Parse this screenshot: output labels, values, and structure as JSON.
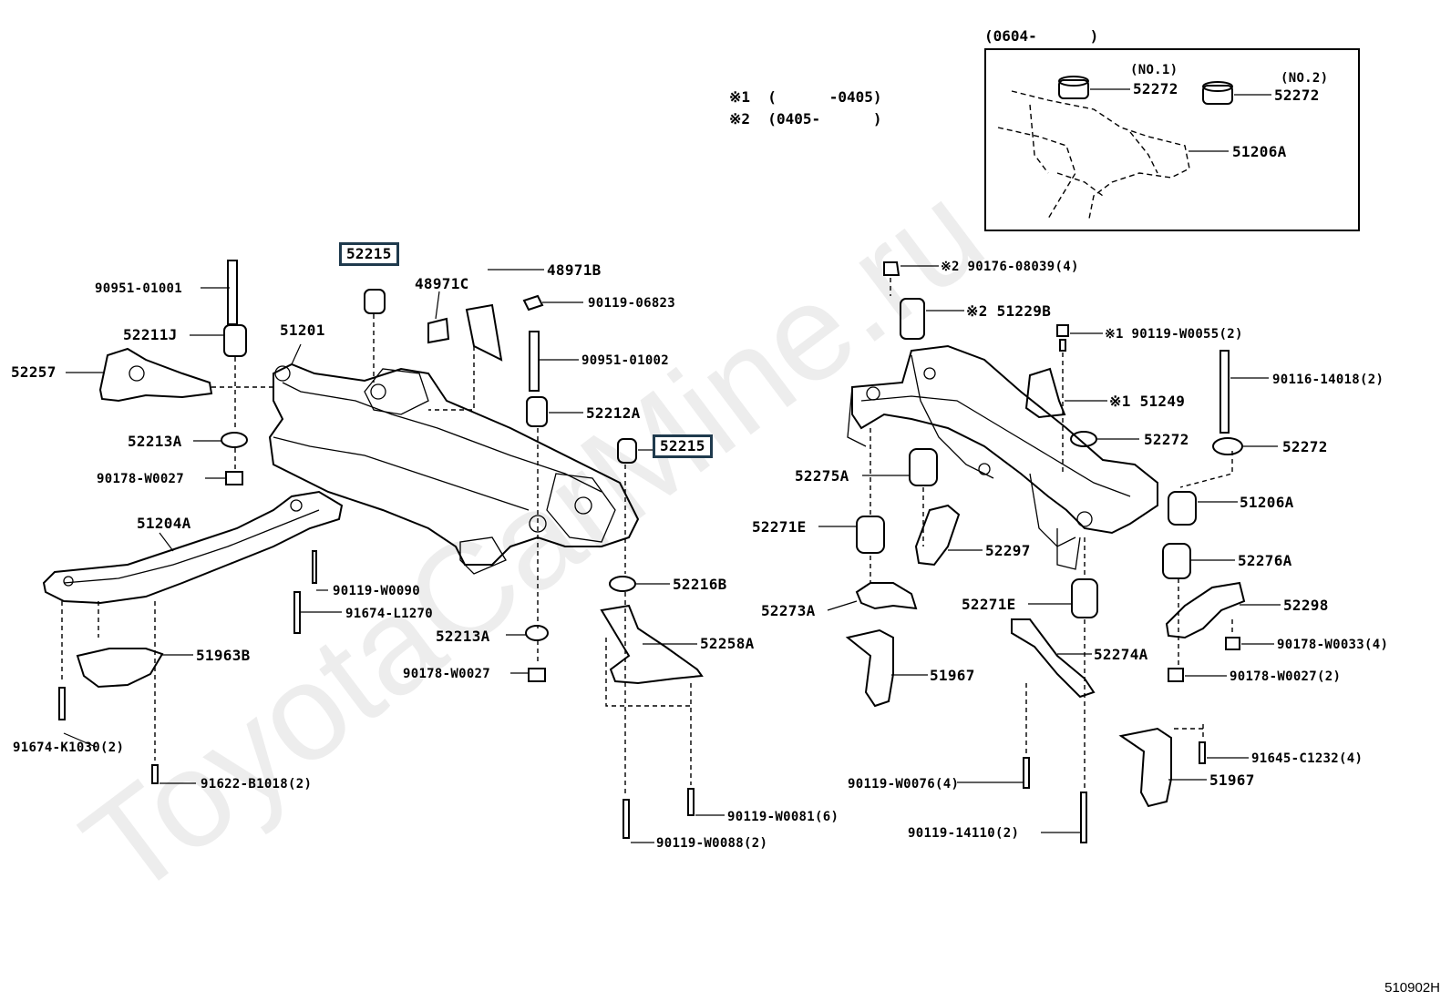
{
  "watermark": "ToyotaCarMine.ru",
  "figure_code": "510902H",
  "notes": {
    "inset_period": "(0604-      )",
    "note1": "※1  (      -0405)",
    "note2": "※2  (0405-      )"
  },
  "inset": {
    "no1": "(NO.1)",
    "no2": "(NO.2)",
    "part_no1": "52272",
    "part_no2": "52272",
    "part_mount": "51206A"
  },
  "front": {
    "p90951_01001": "90951-01001",
    "p52215_top": "52215",
    "p48971C": "48971C",
    "p48971B": "48971B",
    "p90119_06823": "90119-06823",
    "p52211J": "52211J",
    "p51201": "51201",
    "p90951_01002": "90951-01002",
    "p52257": "52257",
    "p52212A": "52212A",
    "p52213A_left": "52213A",
    "p52215_right": "52215",
    "p90178_W0027_left": "90178-W0027",
    "p51204A": "51204A",
    "p52216B": "52216B",
    "p90119_W0090": "90119-W0090",
    "p91674_L1270": "91674-L1270",
    "p52213A_mid": "52213A",
    "p52258A": "52258A",
    "p51963B": "51963B",
    "p90178_W0027_mid": "90178-W0027",
    "p91674_K1030": "91674-K1030(2)",
    "p91622_B1018": "91622-B1018(2)",
    "p90119_W0081": "90119-W0081(6)",
    "p90119_W0088": "90119-W0088(2)"
  },
  "rear": {
    "p90176_08039": "※2  90176-08039(4)",
    "p51229B": "※2  51229B",
    "p90119_W0055": "※1  90119-W0055(2)",
    "p90116_14018": "90116-14018(2)",
    "p51249": "※1  51249",
    "p52272_a": "52272",
    "p52272_b": "52272",
    "p52275A": "52275A",
    "p51206A": "51206A",
    "p52271E_a": "52271E",
    "p52297": "52297",
    "p52276A": "52276A",
    "p52273A": "52273A",
    "p52271E_b": "52271E",
    "p52298": "52298",
    "p90178_W0033": "90178-W0033(4)",
    "p52274A": "52274A",
    "p51967_a": "51967",
    "p90178_W0027": "90178-W0027(2)",
    "p91645_C1232": "91645-C1232(4)",
    "p51967_b": "51967",
    "p90119_W0076": "90119-W0076(4)",
    "p90119_14110": "90119-14110(2)"
  },
  "highlight_color": "#1f3a4d"
}
